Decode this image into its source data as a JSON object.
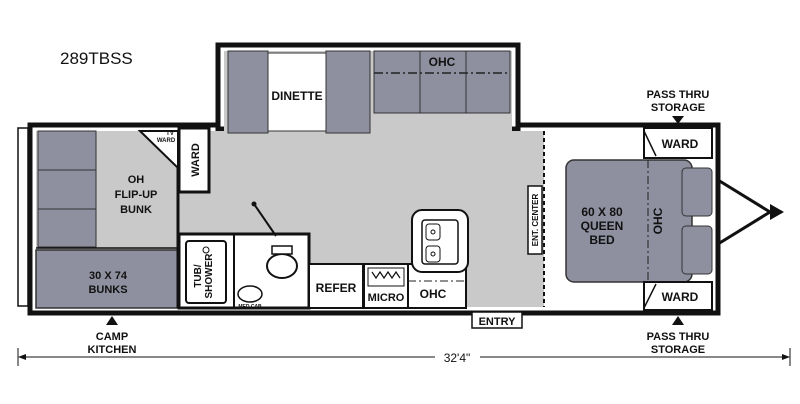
{
  "model": "289TBSS",
  "rooms": {
    "dinette": "DINETTE",
    "ohc_top": "OHC",
    "tv": "TV",
    "tv_ward": "WARD",
    "ward_left": "WARD",
    "bunk": [
      "OH",
      "FLIP-UP",
      "BUNK"
    ],
    "bunks_size": "30 X 74",
    "bunks": "BUNKS",
    "tub": "TUB/",
    "shower": "SHOWER",
    "med_cab": "MED CAB",
    "refer": "REFER",
    "micro": "MICRO",
    "ohc_kitchen": "OHC",
    "ent_center": "ENT. CENTER",
    "bed": [
      "60 X 80",
      "QUEEN",
      "BED"
    ],
    "ohc_bed": "OHC",
    "ward_top": "WARD",
    "ward_bottom": "WARD",
    "entry": "ENTRY"
  },
  "callouts": {
    "pass_thru_top": [
      "PASS THRU",
      "STORAGE"
    ],
    "pass_thru_bottom": [
      "PASS THRU",
      "STORAGE"
    ],
    "camp_kitchen": [
      "CAMP",
      "KITCHEN"
    ]
  },
  "dimension": "32'4\"",
  "colors": {
    "floor": "#c9c9c9",
    "furniture": "#8f909f",
    "wall": "#111111"
  }
}
